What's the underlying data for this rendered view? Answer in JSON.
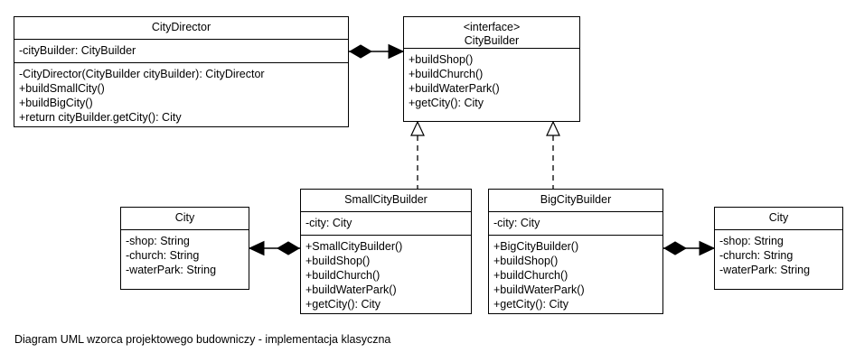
{
  "diagram": {
    "caption": "Diagram UML wzorca projektowego budowniczy - implementacja klasyczna",
    "background_color": "#ffffff",
    "line_color": "#000000",
    "classes": {
      "city_director": {
        "name": "CityDirector",
        "attributes": [
          "-cityBuilder: CityBuilder"
        ],
        "operations": [
          "-CityDirector(CityBuilder cityBuilder): CityDirector",
          "+buildSmallCity()",
          "+buildBigCity()",
          "+return cityBuilder.getCity(): City"
        ]
      },
      "city_builder": {
        "stereotype": "<interface>",
        "name": "CityBuilder",
        "operations": [
          "+buildShop()",
          "+buildChurch()",
          "+buildWaterPark()",
          "+getCity(): City"
        ]
      },
      "small_city_builder": {
        "name": "SmallCityBuilder",
        "attributes": [
          "-city: City"
        ],
        "operations": [
          "+SmallCityBuilder()",
          "+buildShop()",
          "+buildChurch()",
          "+buildWaterPark()",
          "+getCity(): City"
        ]
      },
      "big_city_builder": {
        "name": "BigCityBuilder",
        "attributes": [
          "-city: City"
        ],
        "operations": [
          "+BigCityBuilder()",
          "+buildShop()",
          "+buildChurch()",
          "+buildWaterPark()",
          "+getCity(): City"
        ]
      },
      "city_left": {
        "name": "City",
        "attributes": [
          "-shop: String",
          "-church: String",
          "-waterPark: String"
        ]
      },
      "city_right": {
        "name": "City",
        "attributes": [
          "-shop: String",
          "-church: String",
          "-waterPark: String"
        ]
      }
    },
    "relationships": [
      {
        "id": "director-to-builder",
        "type": "composition-directed",
        "from": "CityDirector",
        "to": "CityBuilder"
      },
      {
        "id": "small-implements-builder",
        "type": "realization",
        "from": "SmallCityBuilder",
        "to": "CityBuilder"
      },
      {
        "id": "big-implements-builder",
        "type": "realization",
        "from": "BigCityBuilder",
        "to": "CityBuilder"
      },
      {
        "id": "small-to-city",
        "type": "composition-directed",
        "from": "SmallCityBuilder",
        "to": "City"
      },
      {
        "id": "big-to-city",
        "type": "composition-directed",
        "from": "BigCityBuilder",
        "to": "City"
      }
    ]
  }
}
